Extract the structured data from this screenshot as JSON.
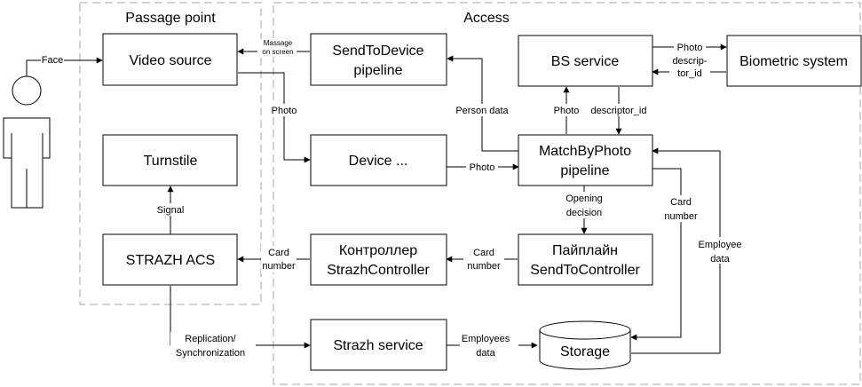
{
  "groups": {
    "passage_point": "Passage point",
    "access": "Access"
  },
  "nodes": {
    "video_source": "Video source",
    "turnstile": "Turnstile",
    "strazh_acs": "STRAZH ACS",
    "send_to_device": [
      "SendToDevice",
      "pipeline"
    ],
    "device": "Device ...",
    "controller": [
      "Контроллер",
      "StrazhController"
    ],
    "strazh_service": "Strazh service",
    "bs_service": "BS service",
    "match_by_photo": [
      "MatchByPhoto",
      "pipeline"
    ],
    "send_to_controller": [
      "Пайплайн",
      "SendToController"
    ],
    "biometric_system": "Biometric system",
    "storage": "Storage"
  },
  "edges": {
    "face": "Face",
    "massage": [
      "Massage",
      "on screen"
    ],
    "photo_to_device": "Photo",
    "photo_to_match": "Photo",
    "person_data": "Person data",
    "photo_to_bs": "Photo",
    "descriptor_id": "descriptor_id",
    "photo_to_biometric": "Photo",
    "descriptor_back": [
      "descrip-",
      "tor_id"
    ],
    "opening_decision": [
      "Opening",
      "decision"
    ],
    "card_number_controller": [
      "Card",
      "number"
    ],
    "card_number_acs": [
      "Card",
      "number"
    ],
    "signal": "Signal",
    "replication": [
      "Replication/",
      "Synchronization"
    ],
    "employees_data": [
      "Employees",
      "data"
    ],
    "card_number_storage": [
      "Card",
      "number"
    ],
    "employee_data": [
      "Employee",
      "data"
    ]
  }
}
